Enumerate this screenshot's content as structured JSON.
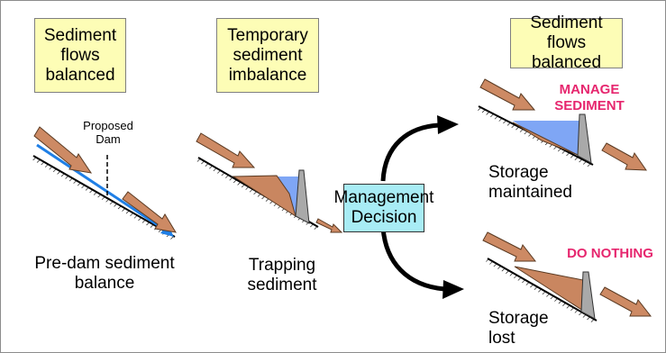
{
  "boxes": {
    "balanced_before": "Sediment\nflows\nbalanced",
    "imbalance": "Temporary\nsediment\nimbalance",
    "balanced_after": "Sediment\nflows balanced"
  },
  "decision": "Management\nDecision",
  "labels": {
    "proposed_dam": "Proposed\nDam",
    "pre_dam": "Pre-dam sediment\nbalance",
    "trapping": "Trapping\nsediment",
    "storage_maintained": "Storage\nmaintained",
    "storage_lost": "Storage\nlost"
  },
  "actions": {
    "manage": "MANAGE\nSEDIMENT",
    "nothing": "DO NOTHING"
  },
  "colors": {
    "box_fill": "#fdfdb6",
    "decision_fill": "#a8ecf5",
    "flow_arrow": "#cd8a64",
    "reservoir_water": "#7fa6f5",
    "sediment": "#c98660",
    "dam": "#a9a9a9",
    "blue_arrow": "#1f7fe6",
    "action_text": "#e6266e"
  }
}
